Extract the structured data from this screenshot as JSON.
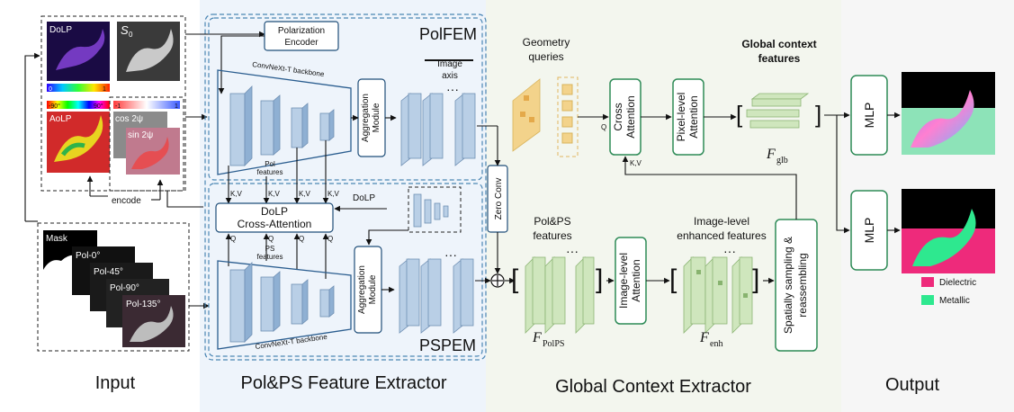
{
  "title_polfem": "PolFEM",
  "title_pspem": "PSPEM",
  "input_labels": {
    "dolp": "DoLP",
    "s0": "S",
    "s0_sub": "0",
    "aolp": "AoLP",
    "cos": "cos 2ψ",
    "sin": "sin 2ψ",
    "encode": "encode",
    "mask": "Mask",
    "pol0": "Pol-0°",
    "pol45": "Pol-45°",
    "pol90": "Pol-90°",
    "pol135": "Pol-135°",
    "dolp_scale_min": "0",
    "dolp_scale_max": "1",
    "aolp_scale_min": "-90°",
    "aolp_scale_max": "90°",
    "cos_scale_min": "-1",
    "cos_scale_max": "1"
  },
  "modules": {
    "polarization_encoder": [
      "Polarization",
      "Encoder"
    ],
    "convnext_top": "ConvNeXt-T backbone",
    "convnext_bottom": "ConvNeXt-T backbone",
    "aggregation": [
      "Aggregation",
      "Module"
    ],
    "image_axis": [
      "Image",
      "axis"
    ],
    "pol_features": [
      "Pol",
      "features"
    ],
    "ps_features": [
      "PS",
      "features"
    ],
    "dolp_cross_attention": [
      "DoLP",
      "Cross-Attention"
    ],
    "dolp_label": "DoLP",
    "kv": "K,V",
    "q": "Q",
    "zero_conv": "Zero Conv",
    "geometry_queries": [
      "Geometry",
      "queries"
    ],
    "cross_attention": [
      "Cross",
      "Attention"
    ],
    "pixel_attention": [
      "Pixel-level",
      "Attention"
    ],
    "global_context_title": [
      "Global context",
      "features"
    ],
    "f_glb": "F",
    "f_glb_sub": "glb",
    "polps_features": [
      "Pol&PS",
      "features"
    ],
    "f_polps": "F",
    "f_polps_sub": "PolPS",
    "image_attention": [
      "Image-level",
      "Attention"
    ],
    "enhanced_title": [
      "Image-level",
      "enhanced features"
    ],
    "f_enh": "F",
    "f_enh_sub": "enh",
    "spatial": [
      "Spatially sampling &",
      "reassembling"
    ],
    "mlp": "MLP",
    "ellipsis": "···"
  },
  "legend": {
    "dielectric": "Dielectric",
    "metallic": "Metallic",
    "dielectric_color": "#ee2a7b",
    "metallic_color": "#2ee88f"
  },
  "section_labels": {
    "input": "Input",
    "extractor": "Pol&PS Feature Extractor",
    "global": "Global Context Extractor",
    "output": "Output"
  },
  "colors": {
    "extractor_bg": "#eef4fb",
    "global_bg": "#f3f6ee",
    "output_bg": "#f5f5f5",
    "blue_block": "#b9cfe6",
    "green_block": "#cfe6bd",
    "geometry_query": "#f3d38b"
  }
}
